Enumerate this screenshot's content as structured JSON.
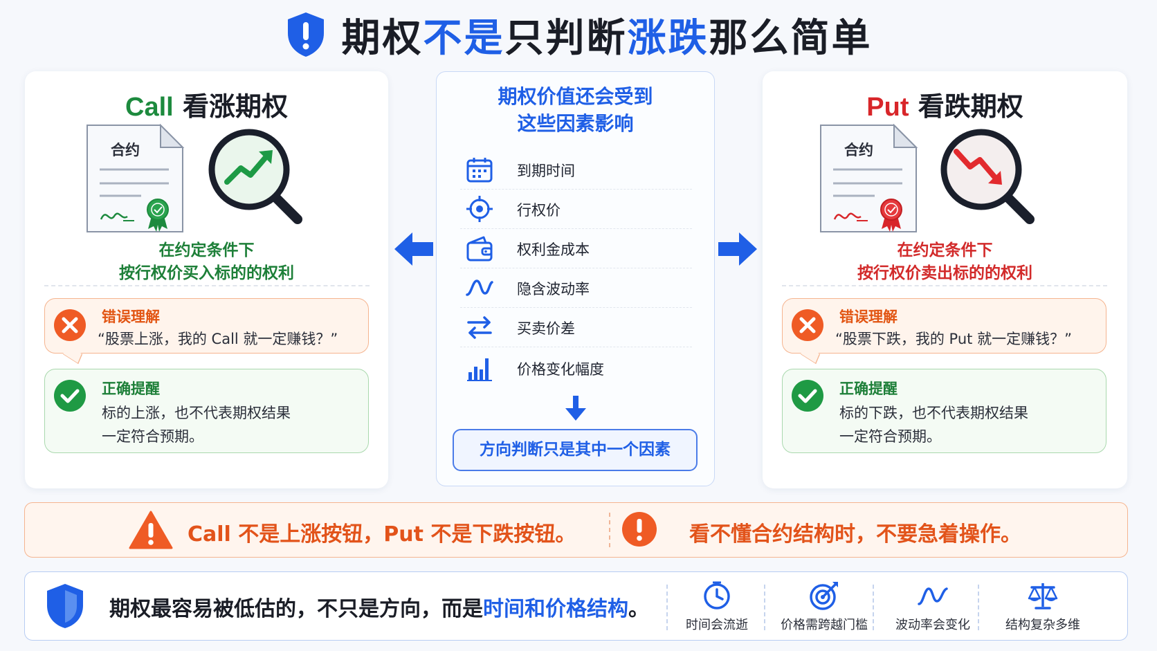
{
  "title": {
    "part1": "期权",
    "part2": "不是",
    "part3": "只判断",
    "part4": "涨跌",
    "part5": "那么简单"
  },
  "call_card": {
    "title_en": "Call",
    "title_cn": "看涨期权",
    "doc_label": "合约",
    "desc_line1": "在约定条件下",
    "desc_line2": "按行权价买入标的的权利",
    "wrong_title": "错误理解",
    "wrong_text": "“股票上涨，我的 Call 就一定赚钱？”",
    "right_title": "正确提醒",
    "right_line1": "标的上涨，也不代表期权结果",
    "right_line2": "一定符合预期。"
  },
  "put_card": {
    "title_en": "Put",
    "title_cn": "看跌期权",
    "doc_label": "合约",
    "desc_line1": "在约定条件下",
    "desc_line2": "按行权价卖出标的的权利",
    "wrong_title": "错误理解",
    "wrong_text": "“股票下跌，我的 Put 就一定赚钱？”",
    "right_title": "正确提醒",
    "right_line1": "标的下跌，也不代表期权结果",
    "right_line2": "一定符合预期。"
  },
  "middle": {
    "heading_line1": "期权价值还会受到",
    "heading_line2": "这些因素影响",
    "factors": [
      {
        "icon": "calendar-icon",
        "label": "到期时间"
      },
      {
        "icon": "target-icon",
        "label": "行权价"
      },
      {
        "icon": "wallet-icon",
        "label": "权利金成本"
      },
      {
        "icon": "wave-icon",
        "label": "隐含波动率"
      },
      {
        "icon": "swap-arrows-icon",
        "label": "买卖价差"
      },
      {
        "icon": "bar-chart-icon",
        "label": "价格变化幅度"
      }
    ],
    "conclusion": "方向判断只是其中一个因素"
  },
  "warning_bar": {
    "text1": "Call 不是上涨按钮，Put 不是下跌按钮。",
    "text2": "看不懂合约结构时，不要急着操作。"
  },
  "bottom_bar": {
    "main_part1": "期权最容易被低估的，不只是方向，而是",
    "main_part2": "时间和价格结构",
    "main_part3": "。",
    "items": [
      {
        "icon": "clock-icon",
        "label": "时间会流逝"
      },
      {
        "icon": "target-arrow-icon",
        "label": "价格需跨越门槛"
      },
      {
        "icon": "wave-icon",
        "label": "波动率会变化"
      },
      {
        "icon": "scale-icon",
        "label": "结构复杂多维"
      }
    ]
  },
  "colors": {
    "blue": "#1f5fe6",
    "green": "#1d8a3e",
    "red": "#d8262a",
    "orange": "#e2531a"
  }
}
